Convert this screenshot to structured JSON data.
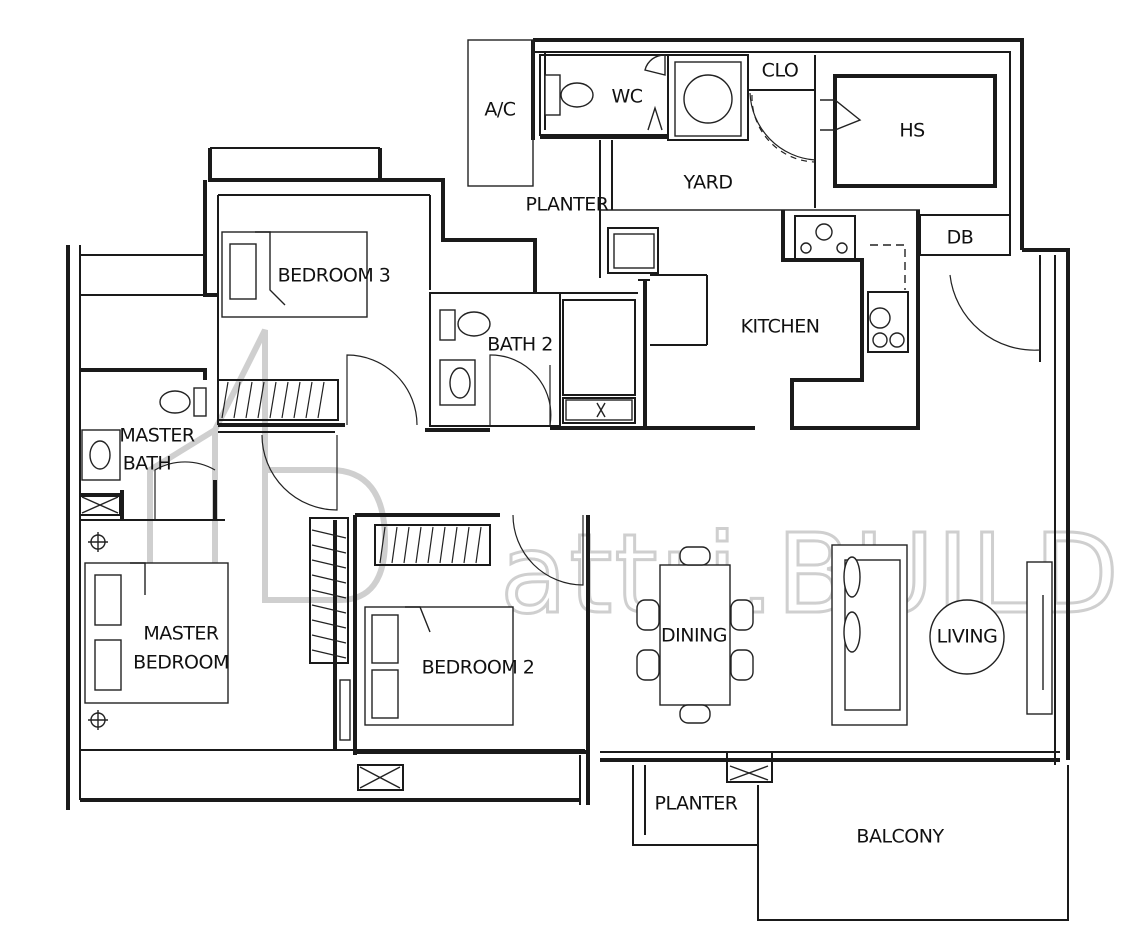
{
  "rooms": {
    "ac": "A/C",
    "wc": "WC",
    "clo": "CLO",
    "hs": "HS",
    "yard": "YARD",
    "planter_top": "PLANTER",
    "db": "DB",
    "bedroom3": "BEDROOM 3",
    "bath2": "BATH 2",
    "kitchen": "KITCHEN",
    "master_bath": [
      "MASTER",
      "BATH"
    ],
    "master_bedroom": [
      "MASTER",
      "BEDROOM"
    ],
    "bedroom2": "BEDROOM 2",
    "dining": "DINING",
    "living": "LIVING",
    "planter_bottom": "PLANTER",
    "balcony": "BALCONY"
  },
  "watermark": {
    "text": "attri.BUILD"
  },
  "colors": {
    "ink": "#1a1a1a",
    "watermark": "#cfcfcf",
    "background": "#ffffff"
  }
}
